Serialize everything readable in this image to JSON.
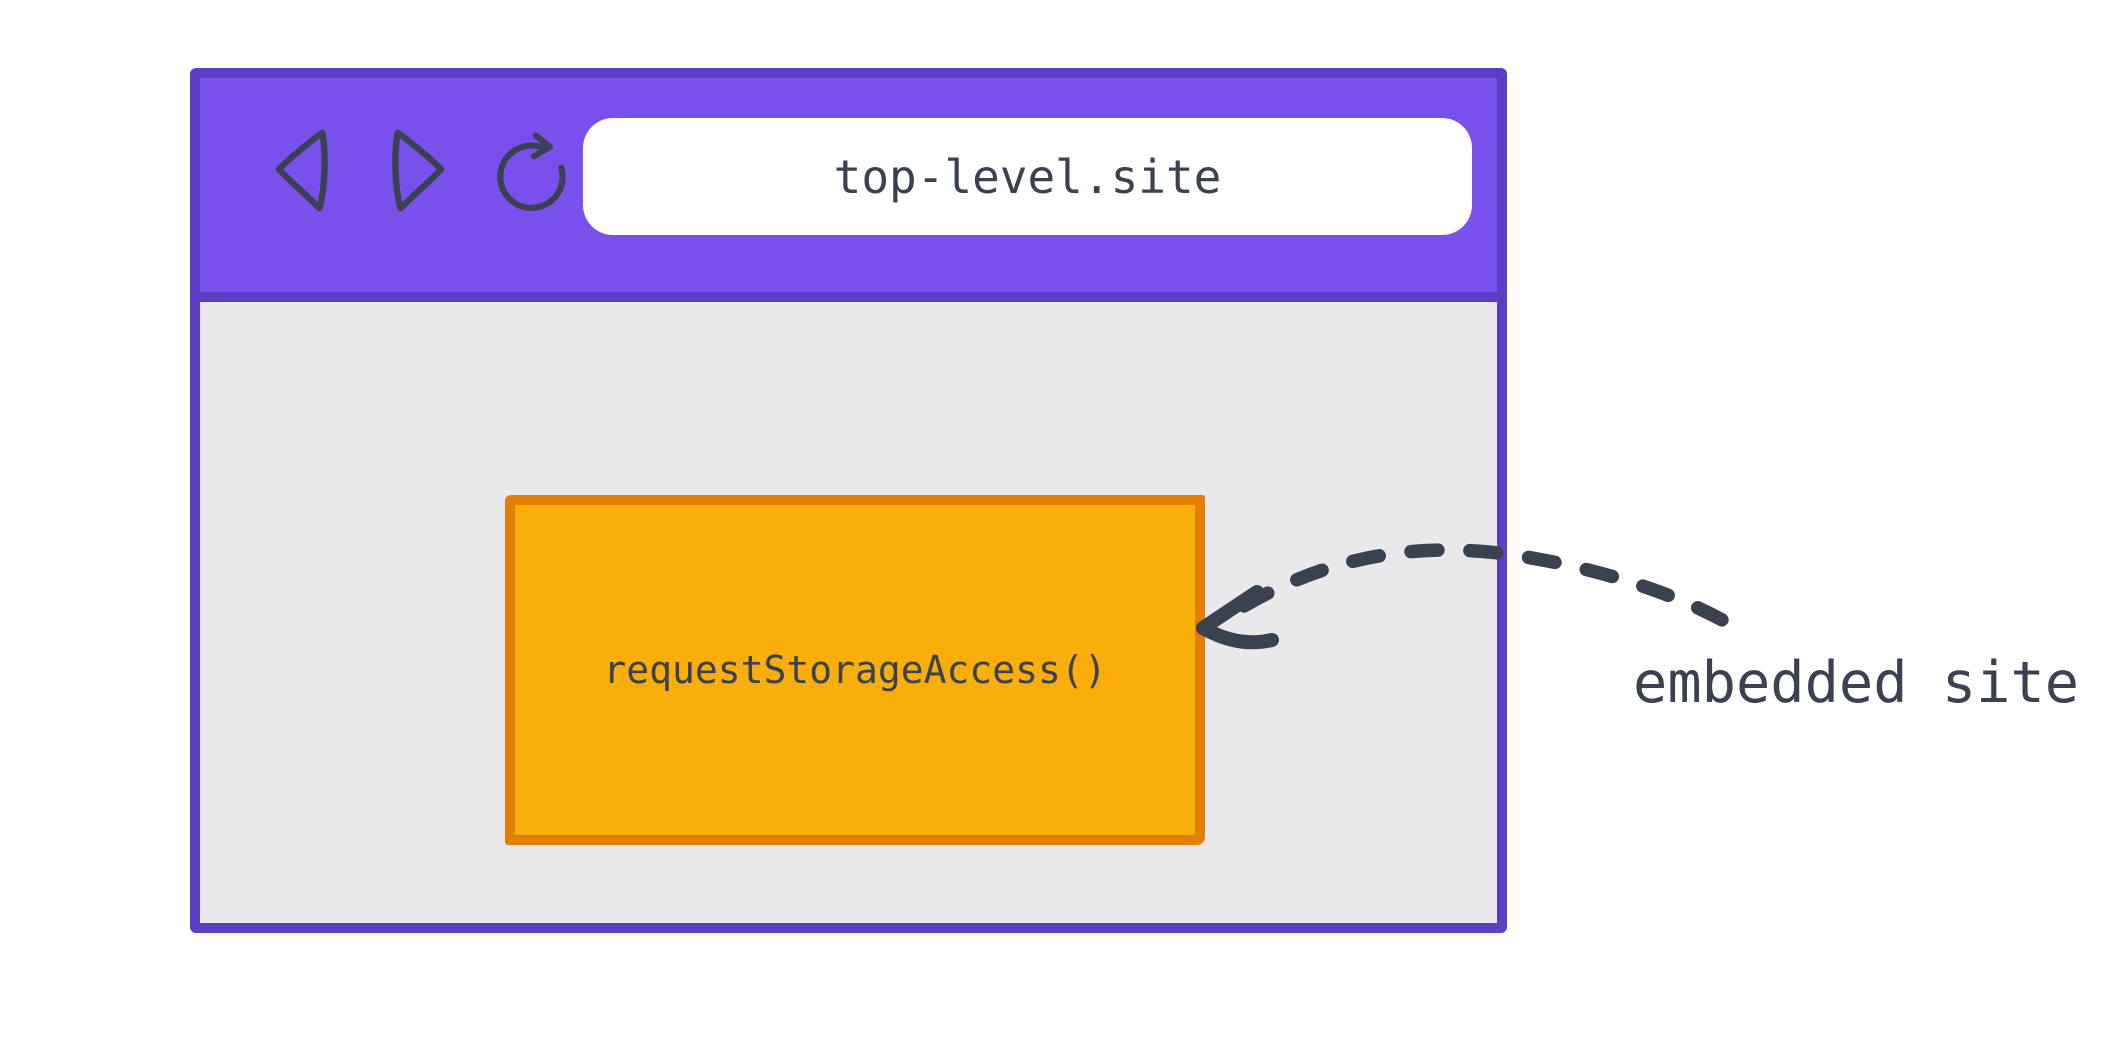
{
  "colors": {
    "purple": "#7a50ec",
    "purple_dark": "#5c3ec4",
    "content_gray": "#e9e9eb",
    "orange": "#faae0b",
    "orange_dark": "#e57f04",
    "ink": "#3a4150",
    "white": "#ffffff"
  },
  "browser": {
    "titlebar": {
      "icons": [
        {
          "name": "back-icon"
        },
        {
          "name": "forward-icon"
        },
        {
          "name": "reload-icon"
        }
      ],
      "address_bar": {
        "url": "top-level.site"
      }
    },
    "content": {
      "embedded_frame": {
        "label": "requestStorageAccess()"
      }
    }
  },
  "annotation": {
    "label": "embedded site",
    "arrow": "dashed-arrow-icon"
  }
}
